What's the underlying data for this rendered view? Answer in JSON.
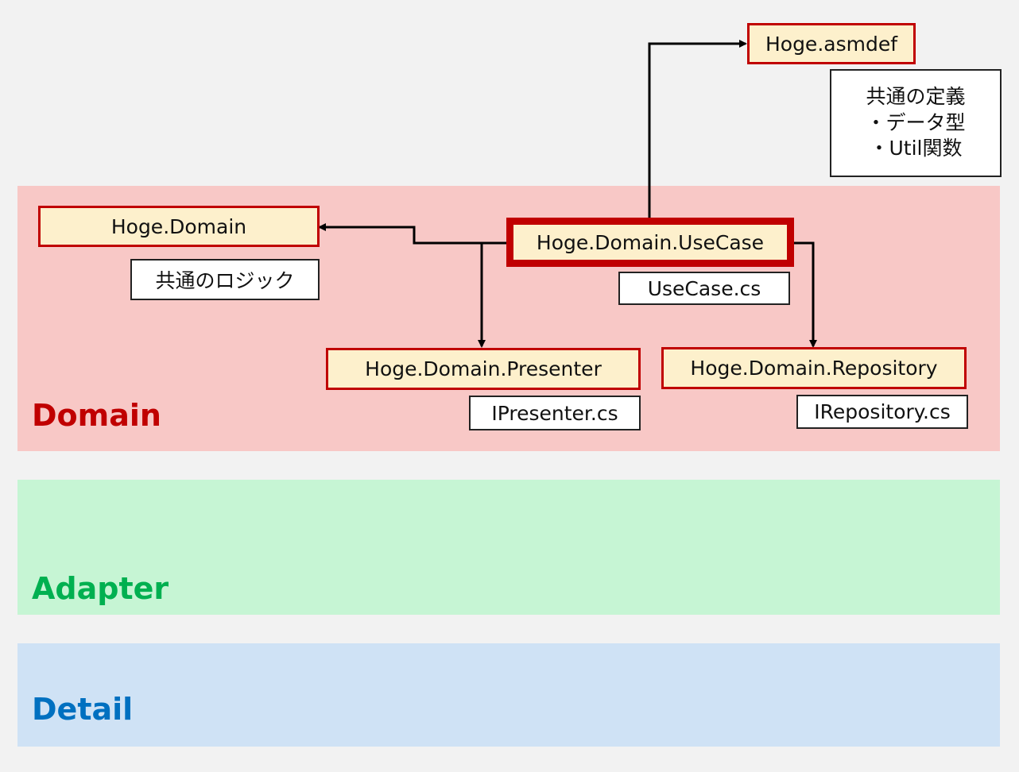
{
  "colors": {
    "background": "#f2f2f2",
    "domain_band": "#f8c8c6",
    "adapter_band": "#c6f5d4",
    "detail_band": "#cfe2f5",
    "domain_text": "#c00000",
    "adapter_text": "#00b050",
    "detail_text": "#0070c0",
    "assembly_fill": "#fdf0cc",
    "assembly_border": "#c00000",
    "arrow": "#000000"
  },
  "layers": {
    "domain": "Domain",
    "adapter": "Adapter",
    "detail": "Detail"
  },
  "assemblies": {
    "asmdef": "Hoge.asmdef",
    "domain": "Hoge.Domain",
    "usecase": "Hoge.Domain.UseCase",
    "presenter": "Hoge.Domain.Presenter",
    "repository": "Hoge.Domain.Repository"
  },
  "notes": {
    "asmdef_lines": [
      "共通の定義",
      "・データ型",
      "・Util関数"
    ],
    "domain": "共通のロジック",
    "usecase": "UseCase.cs",
    "presenter": "IPresenter.cs",
    "repository": "IRepository.cs"
  }
}
